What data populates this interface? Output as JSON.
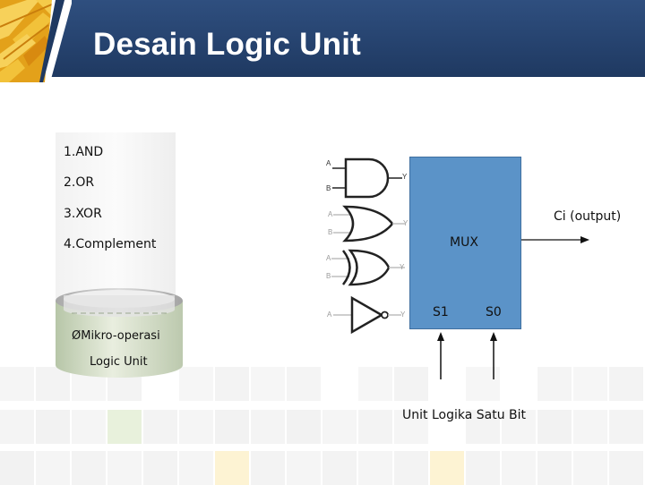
{
  "slide": {
    "title": "Desain Logic Unit",
    "colors": {
      "header": "#26436f",
      "mux": "#5b93c8",
      "tile_green": "#e8f1dc",
      "tile_yellow": "#fdf3d3"
    }
  },
  "operations": {
    "items": [
      "1.AND",
      "2.OR",
      "3.XOR",
      "4.Complement"
    ],
    "cylinder_line1": "ØMikro-operasi",
    "cylinder_line2": "Logic Unit"
  },
  "gates": {
    "and": {
      "in_a": "A",
      "in_b": "B",
      "out": "Y"
    },
    "or": {
      "in_a": "A",
      "in_b": "B",
      "out": "Y"
    },
    "xor": {
      "in_a": "A",
      "in_b": "B",
      "out": "Y"
    },
    "not": {
      "in_a": "A",
      "out": "Y"
    }
  },
  "mux": {
    "label": "MUX",
    "select1": "S1",
    "select0": "S0",
    "output_label": "Ci (output)",
    "caption": "Unit Logika Satu Bit"
  }
}
